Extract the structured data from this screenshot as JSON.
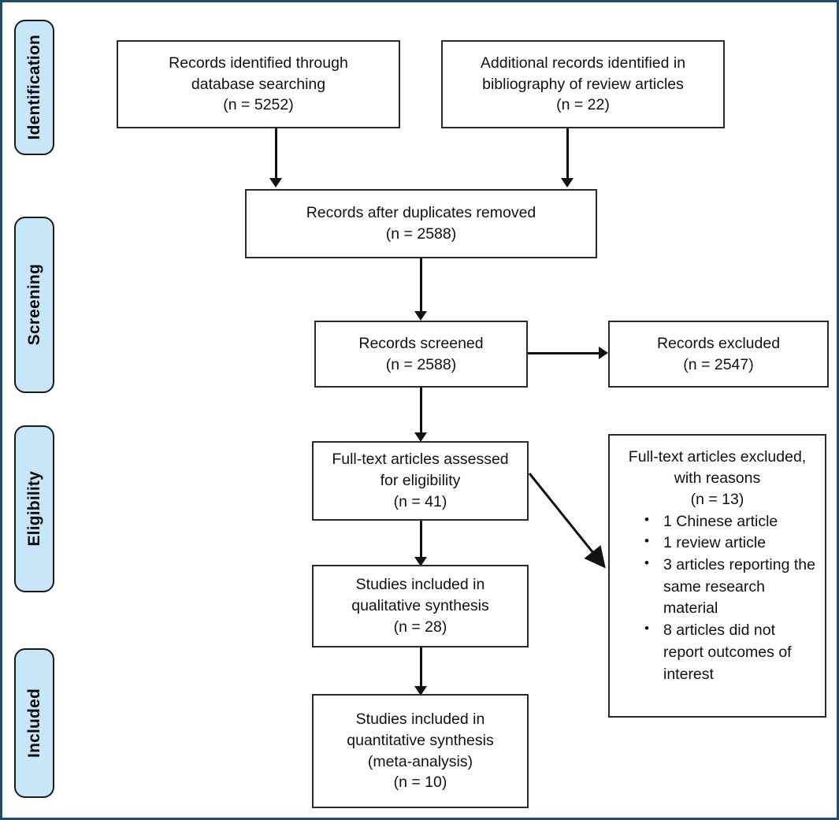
{
  "diagram": {
    "title": "PRISMA flow diagram",
    "frame_color": "#1F4E6B",
    "stage_tab_color": "#C9E6F8",
    "box_border_color": "#2b2b2b",
    "connector_color": "#111111"
  },
  "stages": [
    {
      "id": "identification",
      "label": "Identification"
    },
    {
      "id": "screening",
      "label": "Screening"
    },
    {
      "id": "eligibility",
      "label": "Eligibility"
    },
    {
      "id": "included",
      "label": "Included"
    }
  ],
  "boxes": {
    "records_identified": {
      "lines": [
        "Records identified through",
        "database searching",
        "(n = 5252)"
      ],
      "count_label": "(n = 5252)",
      "n": 5252
    },
    "additional_records": {
      "lines": [
        "Additional records identified in",
        "bibliography of review articles",
        "(n = 22)"
      ],
      "count_label": "(n = 22)",
      "n": 22
    },
    "after_duplicates": {
      "lines": [
        "Records after duplicates removed",
        "(n = 2588)"
      ],
      "count_label": "(n = 2588)",
      "n": 2588
    },
    "records_screened": {
      "lines": [
        "Records screened",
        "(n = 2588)"
      ],
      "count_label": "(n = 2588)",
      "n": 2588
    },
    "records_excluded": {
      "lines": [
        "Records excluded",
        "(n = 2547)"
      ],
      "count_label": "(n = 2547)",
      "n": 2547
    },
    "fulltext_assessed": {
      "lines": [
        "Full-text articles assessed",
        "for eligibility",
        "(n = 41)"
      ],
      "count_label": "(n = 41)",
      "n": 41
    },
    "fulltext_excluded": {
      "head_lines": [
        "Full-text articles excluded,",
        "with reasons",
        "(n = 13)"
      ],
      "count_label": "(n = 13)",
      "n": 13,
      "reasons": [
        "1 Chinese article",
        "1 review article",
        "3 articles reporting the same research material",
        "8 articles did not report outcomes of interest"
      ]
    },
    "qualitative": {
      "lines": [
        "Studies included in",
        "qualitative synthesis",
        "(n = 28)"
      ],
      "count_label": "(n = 28)",
      "n": 28
    },
    "quantitative": {
      "lines": [
        "Studies included in",
        "quantitative synthesis",
        "(meta-analysis)",
        "(n = 10)"
      ],
      "count_label": "(n = 10)",
      "n": 10
    }
  }
}
